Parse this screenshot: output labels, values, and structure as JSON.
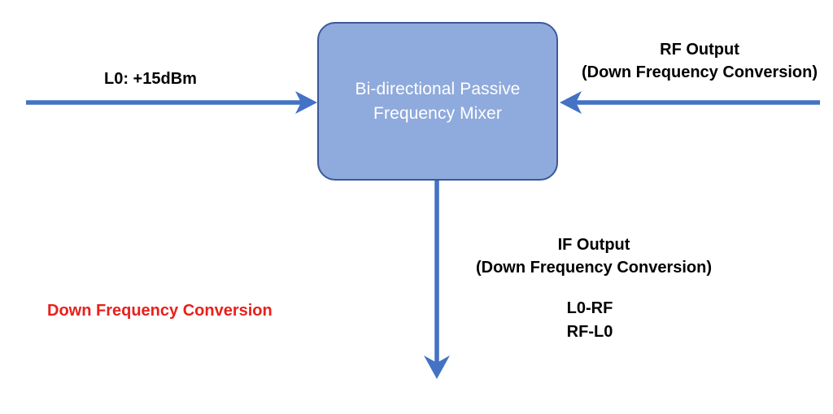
{
  "diagram": {
    "title": "Bi-directional Passive Frequency Mixer - Down Frequency Conversion",
    "colors": {
      "block_fill": "#8FAADC",
      "block_border": "#3B5998",
      "block_text": "#FFFFFF",
      "arrow": "#4472C4",
      "label_text": "#000000",
      "note_text": "#E8201C",
      "background": "#FFFFFF"
    },
    "block": {
      "label": "Bi-directional Passive\nFrequency Mixer"
    },
    "ports": {
      "lo_input": {
        "label": "L0: +15dBm",
        "arrow_direction": "right",
        "arrow_name": "lo-input-arrow"
      },
      "rf_output": {
        "label": "RF Output\n(Down Frequency Conversion)",
        "arrow_direction": "left",
        "arrow_name": "rf-output-arrow"
      },
      "if_output": {
        "label": "IF Output\n(Down Frequency Conversion)",
        "products": "L0-RF\nRF-L0",
        "arrow_direction": "down",
        "arrow_name": "if-output-arrow"
      }
    },
    "note": {
      "label": "Down Frequency Conversion"
    }
  }
}
